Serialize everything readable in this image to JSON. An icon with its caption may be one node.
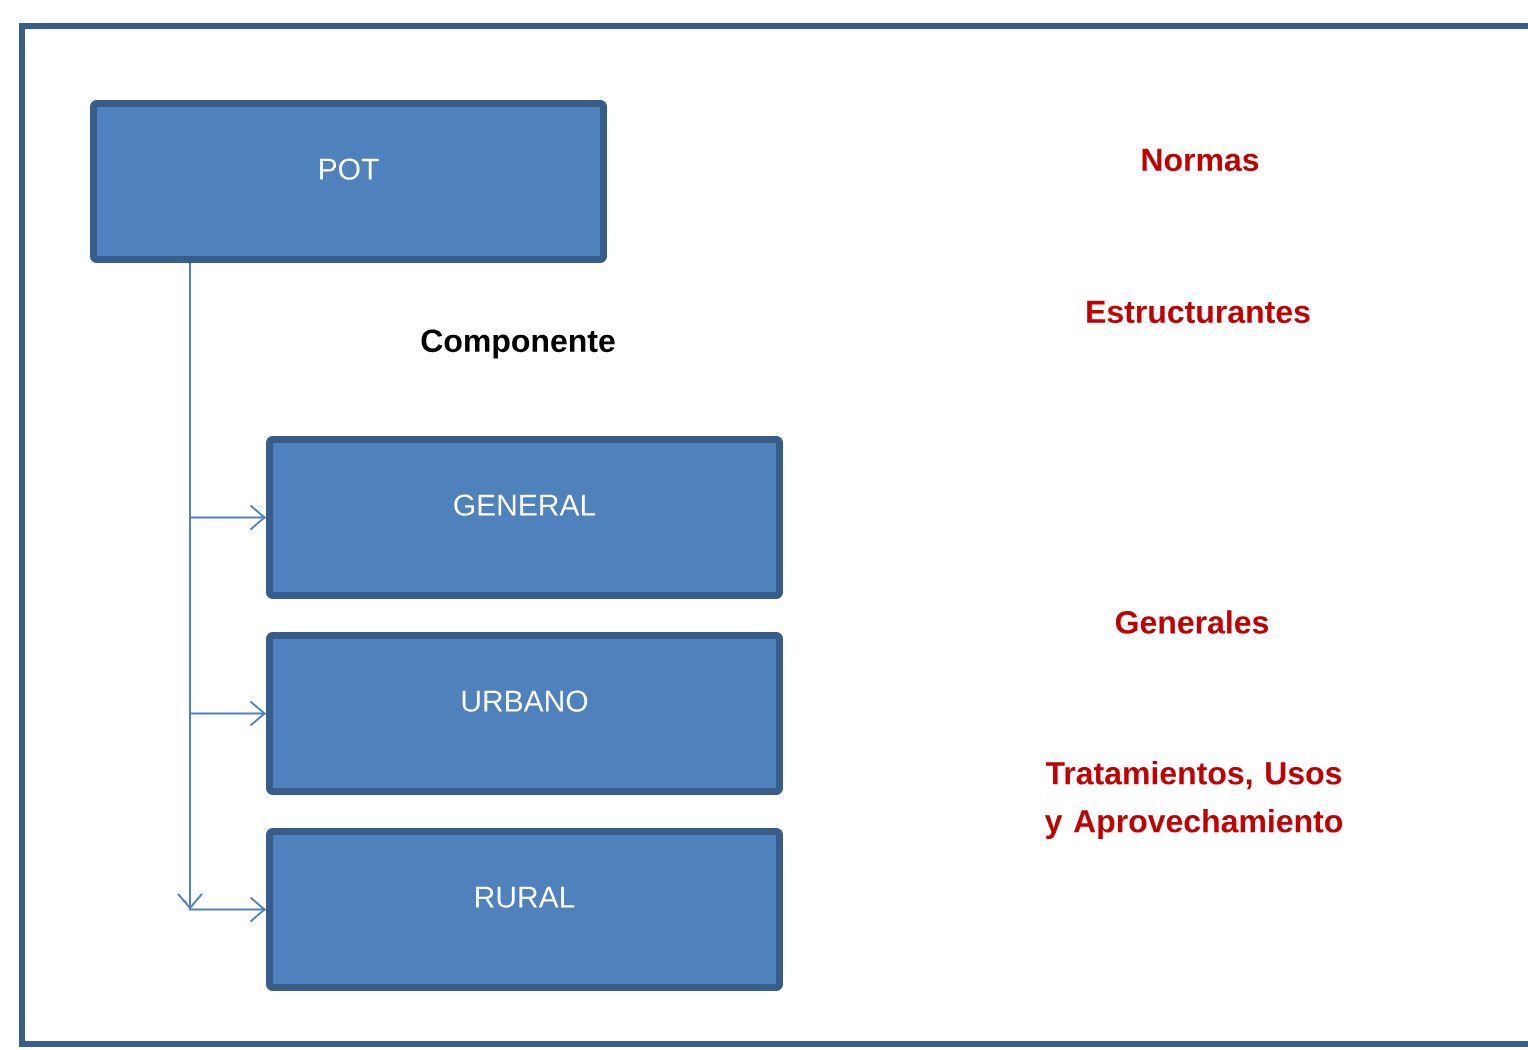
{
  "diagram": {
    "nodes": [
      {
        "text": [
          "POT"
        ]
      },
      {
        "text": [
          "GENERAL"
        ]
      },
      {
        "text": [
          "URBANO"
        ]
      },
      {
        "text": [
          "RURAL"
        ]
      }
    ],
    "edges": [
      {
        "from": 0,
        "to": 1,
        "arrow": "to"
      },
      {
        "from": 0,
        "to": 2,
        "arrow": "to"
      },
      {
        "from": 0,
        "to": 3,
        "arrow": "to"
      }
    ],
    "labels": [
      "Componente",
      "Normas",
      "Estructurantes",
      "Generales",
      "Tratamientos, Usos y Aprovechamiento"
    ]
  }
}
